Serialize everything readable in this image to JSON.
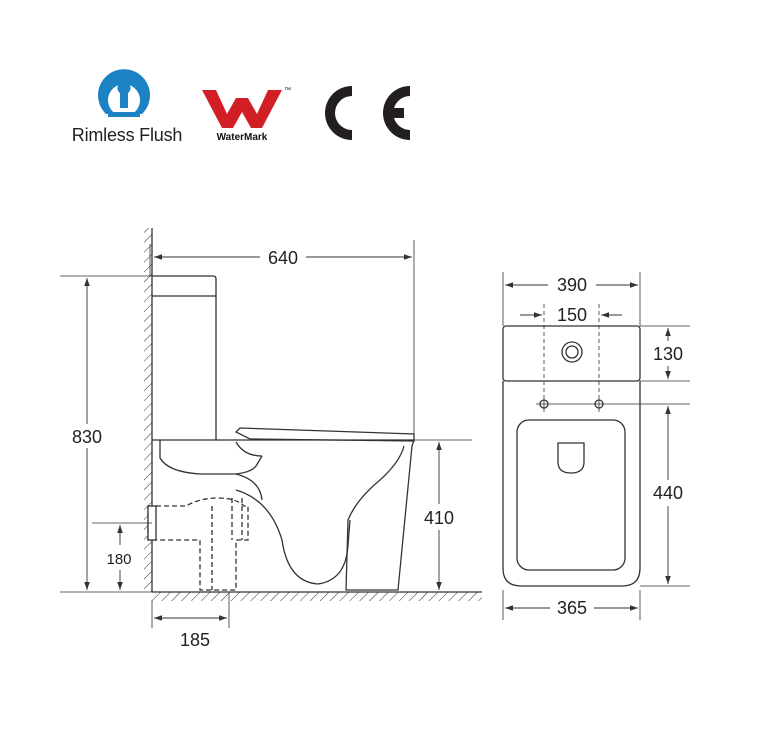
{
  "logos": {
    "rimless_label": "Rimless Flush",
    "watermark_label": "WaterMark",
    "watermark_tm": "™",
    "ce_label": "CE",
    "colors": {
      "rimless_blue": "#1c82c4",
      "watermark_red": "#d21f26",
      "ce_dark": "#231f20"
    }
  },
  "side_view": {
    "depth": "640",
    "height": "830",
    "seat_height": "410",
    "outlet_height": "180",
    "outlet_distance": "185"
  },
  "top_view": {
    "width": "390",
    "fixing_spacing": "150",
    "tank_depth": "130",
    "bowl_length": "440",
    "base_width": "365"
  }
}
